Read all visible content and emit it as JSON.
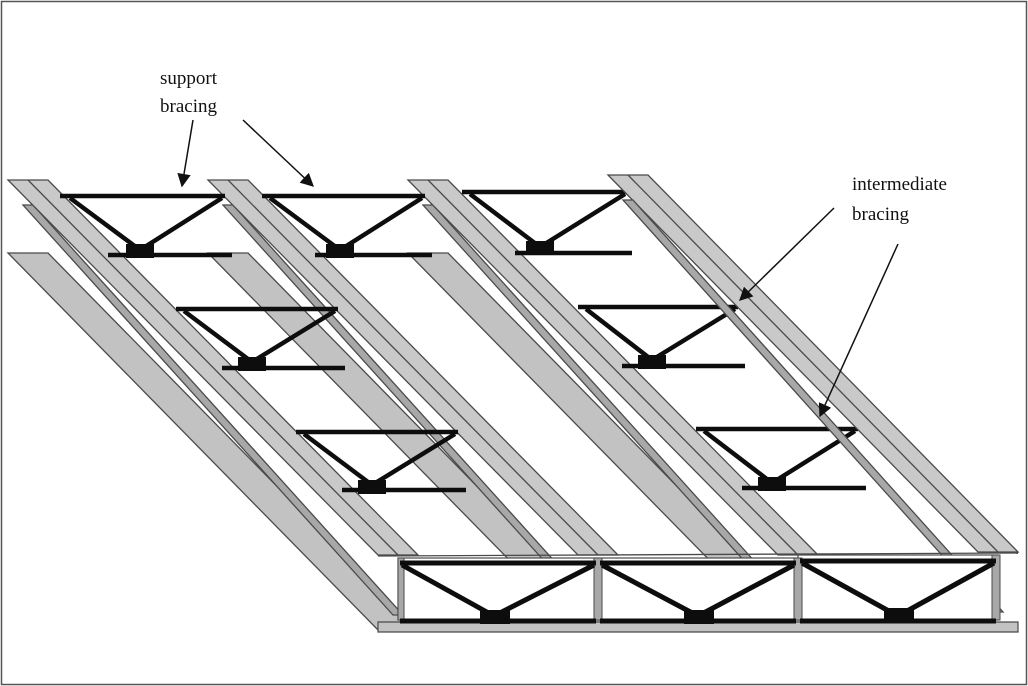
{
  "labels": {
    "support_line1": "support",
    "support_line2": "bracing",
    "intermediate_line1": "intermediate",
    "intermediate_line2": "bracing"
  },
  "colors": {
    "girder_top": "#c2c2c2",
    "girder_web": "#a8a8a8",
    "girder_edge": "#4a4a4a",
    "bracing": "#0d0d0d",
    "frame": "#555555"
  }
}
